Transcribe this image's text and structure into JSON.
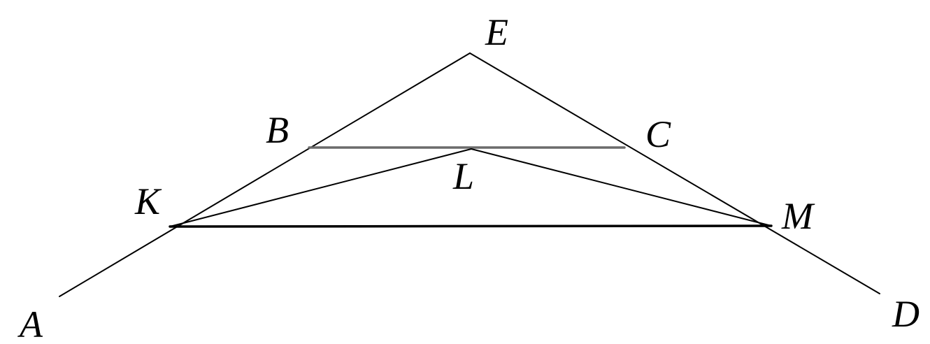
{
  "points": {
    "A": "A",
    "B": "B",
    "C": "C",
    "D": "D",
    "E": "E",
    "K": "K",
    "L": "L",
    "M": "M"
  }
}
